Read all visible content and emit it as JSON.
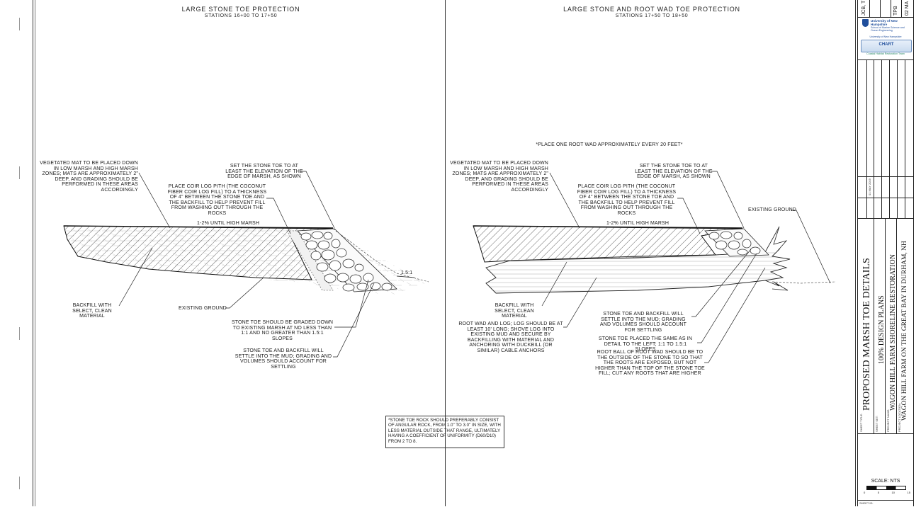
{
  "left_detail": {
    "title": "LARGE STONE TOE PROTECTION",
    "subtitle": "STATIONS 16+00 TO 17+50",
    "notes": {
      "vegetated_mat": "VEGETATED MAT TO BE PLACED DOWN IN LOW MARSH AND HIGH MARSH ZONES; MATS ARE APPROXIMATELY 2\" DEEP, AND GRADING SHOULD BE PERFORMED IN THESE AREAS ACCORDINGLY",
      "set_stone_toe": "SET THE STONE TOE TO AT LEAST THE ELEVATION OF THE EDGE OF MARSH, AS SHOWN",
      "coir_log": "PLACE COIR LOG PITH (THE COCONUT FIBER COIR LOG FILL) TO A THICKNESS OF 4\" BETWEEN THE STONE TOE AND THE BACKFILL TO HELP PREVENT FILL FROM WASHING OUT THROUGH THE ROCKS",
      "slope": "1-2% UNTIL HIGH MARSH",
      "ratio": "1.5:1",
      "backfill": "BACKFILL WITH SELECT, CLEAN MATERIAL",
      "existing_ground": "EXISTING GROUND",
      "graded": "STONE TOE SHOULD BE GRADED DOWN TO EXISTING MARSH AT NO LESS THAN 1:1 AND NO GREATER THAN 1.5:1 SLOPES",
      "settle": "STONE TOE AND BACKFILL WILL SETTLE INTO THE MUD; GRADING AND VOLUMES SHOULD ACCOUNT FOR SETTLING"
    }
  },
  "right_detail": {
    "title": "LARGE STONE AND ROOT WAD TOE PROTECTION",
    "subtitle": "STATIONS 17+50 TO 18+50",
    "notes": {
      "root_wad_spacing": "*PLACE ONE ROOT WAD APPROXIMATELY EVERY 20 FEET*",
      "vegetated_mat": "VEGETATED MAT TO BE PLACED DOWN IN LOW MARSH AND HIGH MARSH ZONES; MATS ARE APPROXIMATELY 2\" DEEP, AND GRADING SHOULD BE PERFORMED IN THESE AREAS ACCORDINGLY",
      "set_stone_toe": "SET THE STONE TOE TO AT LEAST THE ELEVATION OF THE EDGE OF MARSH, AS SHOWN",
      "coir_log": "PLACE COIR LOG PITH (THE COCONUT FIBER COIR LOG FILL) TO A THICKNESS OF 4\" BETWEEN THE STONE TOE AND THE BACKFILL TO HELP PREVENT FILL FROM WASHING OUT THROUGH THE ROCKS",
      "existing_ground": "EXISTING GROUND",
      "slope": "1-2% UNTIL HIGH MARSH",
      "backfill": "BACKFILL WITH SELECT, CLEAN MATERIAL",
      "root_wad_log": "ROOT WAD AND LOG; LOG SHOULD BE AT LEAST 10' LONG; SHOVE LOG INTO EXISTING MUD AND SECURE BY BACKFILLING WITH MATERIAL AND ANCHORING WITH DUCKBILL (OR SIMILAR) CABLE ANCHORS",
      "settle": "STONE TOE AND BACKFILL WILL SETTLE INTO THE MUD; GRADING AND VOLUMES SHOULD ACCOUNT FOR SETTLING",
      "placed_same": "STONE TOE PLACED THE SAME AS IN DETAIL TO THE LEFT; 1:1 TO 1.5:1 SLOPES",
      "root_ball": "ROOT BALL OF ROOT WAD SHOULD BE TO THE OUTSIDE OF THE STONE TO SO THAT THE ROOTS ARE EXPOSED, BUT NOT HIGHER THAN THE TOP OF THE STONE TOE FILL; CUT ANY ROOTS THAT ARE HIGHER"
    }
  },
  "stone_note": "*STONE TOE ROCK SHOULD PREFERABLY CONSIST OF ANGULAR ROCK, FROM 1.0\" TO 3.0\" IN SIZE, WITH LESS MATERIAL OUTSIDE THAT RANGE, ULTIMATELY HAVING A COEFFICIENT OF UNIFORMITY (D60/D10) FROM 2 TO 8.",
  "title_block": {
    "designed_by": "JCB, T",
    "checked_by": "TPB",
    "date": "02 MA",
    "university": "University of New Hampshire",
    "school": "School of Marine Science and Ocean Engineering",
    "university_small": "University of New Hampshire",
    "chart_logo": "CHART",
    "chart_tagline": "Coastal Habitat Restoration Team",
    "revision_date": "01 MAY 2019",
    "sheet_title_label": "SHEET TITLE:",
    "sheet_title": "PROPOSED MARSH TOE DETAILS",
    "sheet_set_label": "SHEET SET:",
    "sheet_set": "100% DESIGN PLANS",
    "project_name_label": "PROJECT NAME:",
    "project_name": "WAGON HILL FARM SHORELINE RESTORATION",
    "project_location_label": "PROJECT LOCATION:",
    "project_location": "WAGON HILL FARM ON THE GREAT BAY IN DURHAM, NH",
    "scale_label": "SCALE: NTS",
    "scale_ticks": [
      "0",
      "5",
      "10",
      "15"
    ],
    "sheet_id_label": "SHEET ID:"
  }
}
